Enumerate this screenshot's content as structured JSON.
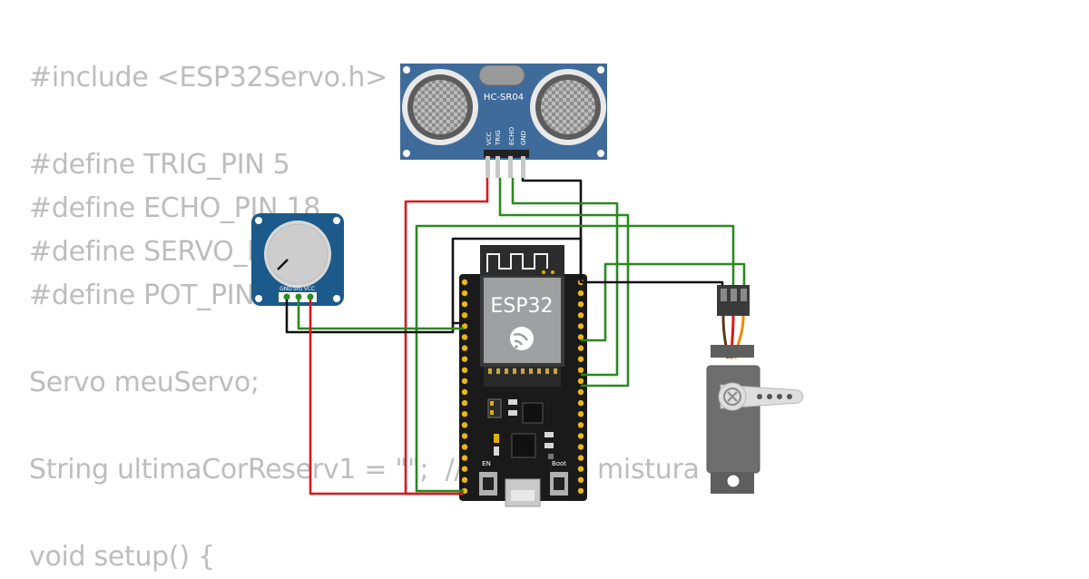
{
  "code_lines": [
    "#include <ESP32Servo.h>",
    "",
    "#define TRIG_PIN 5",
    "#define ECHO_PIN 18",
    "#define SERVO_PIN",
    "#define POT_PIN 3",
    "",
    "Servo meuServo;",
    "",
    "String ultimaCorReserv1 = \"\";  //           de mistura",
    "",
    "void setup() {"
  ],
  "sensor": {
    "label": "HC-SR04",
    "pins": [
      "VCC",
      "TRIG",
      "ECHO",
      "GND"
    ]
  },
  "board": {
    "label": "ESP32",
    "en_label": "EN",
    "boot_label": "Boot"
  },
  "potentiometer": {
    "pins": [
      "GND",
      "SIG",
      "VCC"
    ]
  },
  "colors": {
    "code_text": "#bdbdbd",
    "wire_red": "#d7191c",
    "wire_black": "#111111",
    "wire_green": "#2a8a1e",
    "sensor_blue": "#3f6b9a",
    "pot_blue": "#1b5a8a",
    "board_black": "#1a1a1a",
    "servo_gray": "#6e6e6e"
  }
}
